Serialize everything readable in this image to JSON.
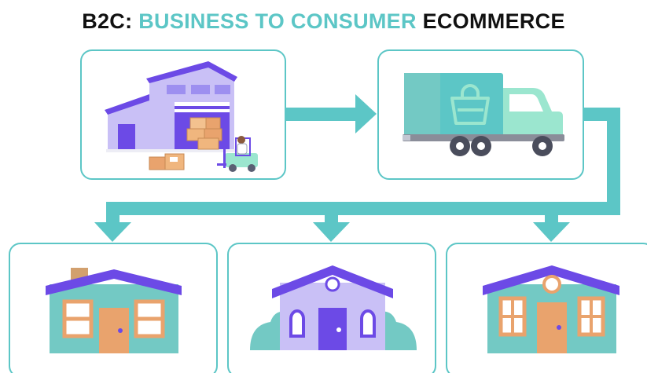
{
  "title": {
    "prefix": "B2C:",
    "highlight": "BUSINESS TO CONSUMER",
    "suffix": "ECOMMERCE"
  },
  "colors": {
    "accent_teal": "#5cc6c6",
    "box_border": "#5cc6c6",
    "purple": "#6c4ae6",
    "lavender": "#c9c0f6",
    "house_teal": "#73c9c4",
    "door_orange": "#e9a36d",
    "truck_mint": "#9be6cf",
    "title_black": "#111111"
  },
  "nodes": [
    {
      "id": "warehouse",
      "icon": "warehouse-with-forklift"
    },
    {
      "id": "truck",
      "icon": "delivery-truck-with-shopping-bag"
    },
    {
      "id": "house-1",
      "icon": "house-with-chimney"
    },
    {
      "id": "house-2",
      "icon": "house-with-bushes"
    },
    {
      "id": "house-3",
      "icon": "house-with-round-window"
    }
  ]
}
